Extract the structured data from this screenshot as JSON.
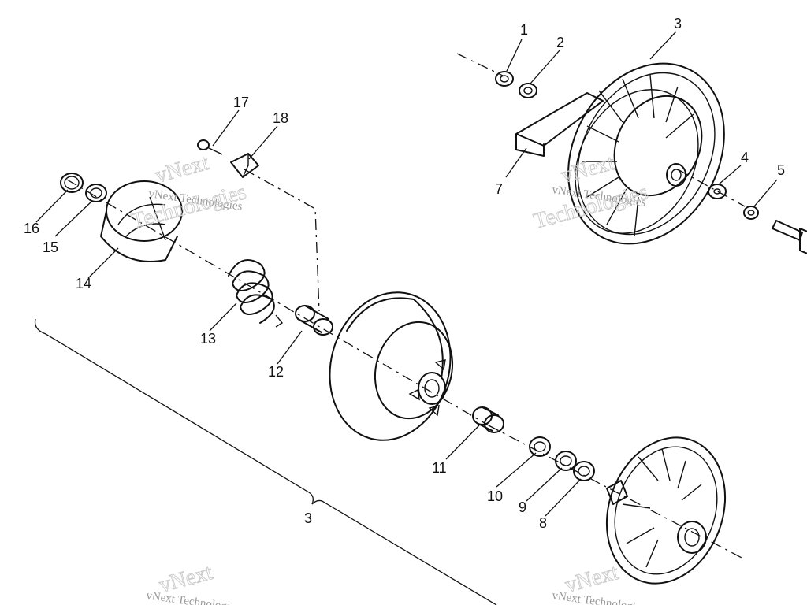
{
  "callouts": {
    "c1": "1",
    "c2": "2",
    "c3": "3",
    "c3b": "3",
    "c4": "4",
    "c5": "5",
    "c7": "7",
    "c8": "8",
    "c9": "9",
    "c10": "10",
    "c11": "11",
    "c12": "12",
    "c13": "13",
    "c14": "14",
    "c15": "15",
    "c16": "16",
    "c17": "17",
    "c18": "18"
  },
  "watermark": {
    "brand_word": "vNext",
    "brand_full": "vNext Technologies",
    "brand_second": "Technologies"
  }
}
